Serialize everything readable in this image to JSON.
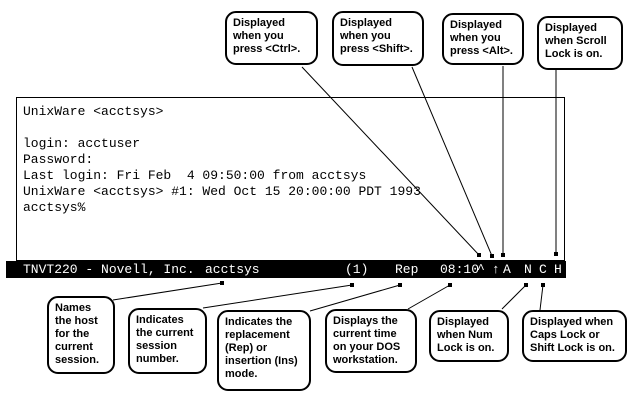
{
  "terminal": {
    "screen_text": "UnixWare <acctsys>\n\nlogin: acctuser\nPassword:\nLast login: Fri Feb  4 09:50:00 from acctsys\nUnixWare <acctsys> #1: Wed Oct 15 20:00:00 PDT 1993\nacctsys%"
  },
  "status_bar": {
    "title": "TNVT220 - Novell, Inc.",
    "host": "acctsys",
    "session_number": "(1)",
    "mode": "Rep",
    "time": "08:10",
    "ctrl_indicator": "^",
    "shift_indicator": "↑",
    "alt_indicator": "A",
    "num_lock_indicator": "N",
    "caps_lock_indicator": "C",
    "scroll_lock_indicator": "H"
  },
  "callouts_top": [
    {
      "id": "ctrl",
      "text": "Displayed\nwhen you\npress <Ctrl>."
    },
    {
      "id": "shift",
      "text": "Displayed\nwhen you\npress <Shift>."
    },
    {
      "id": "alt",
      "text": "Displayed\nwhen you\npress <Alt>."
    },
    {
      "id": "scroll-lock",
      "text": "Displayed\nwhen Scroll\nLock is on."
    }
  ],
  "callouts_bottom": [
    {
      "id": "host",
      "text": "Names\nthe host\nfor the\ncurrent\nsession."
    },
    {
      "id": "session-number",
      "text": "Indicates\nthe current\nsession\nnumber."
    },
    {
      "id": "mode",
      "text": "Indicates the\nreplacement\n(Rep) or\ninsertion (Ins)\nmode."
    },
    {
      "id": "time",
      "text": "Displays the\ncurrent time\non your DOS\nworkstation."
    },
    {
      "id": "num-lock",
      "text": "Displayed\nwhen Num\nLock is on."
    },
    {
      "id": "caps-lock",
      "text": "Displayed when\nCaps Lock or\nShift Lock is on."
    }
  ],
  "colors": {
    "background": "#ffffff",
    "foreground": "#000000",
    "bar_background": "#000000",
    "bar_text": "#ffffff"
  }
}
